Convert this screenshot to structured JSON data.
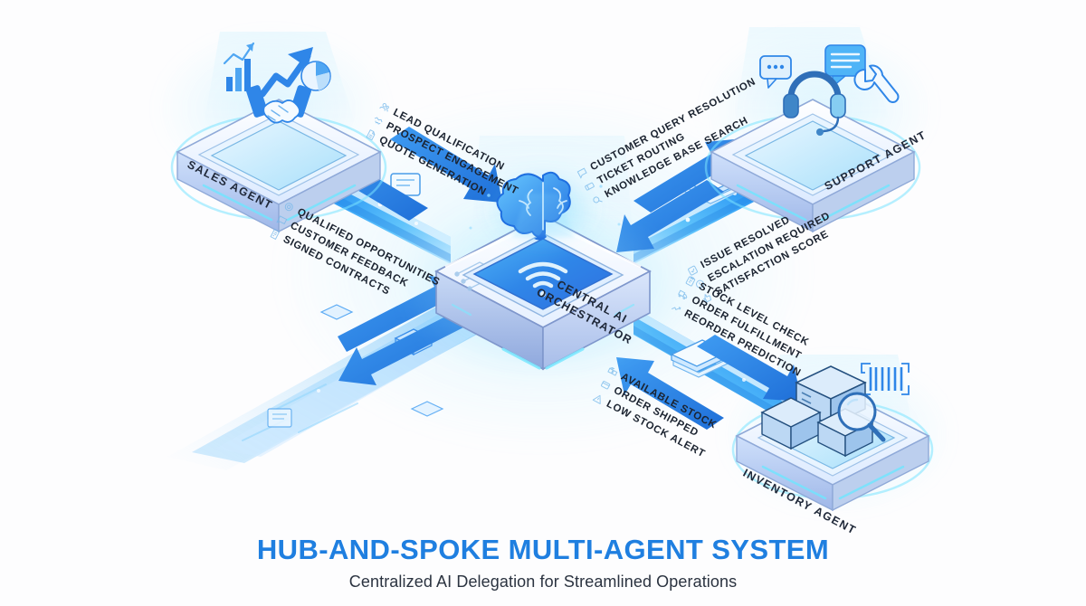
{
  "meta": {
    "diagram_type": "hub-and-spoke multi-agent architecture",
    "background_color": "#fdfdfe",
    "accent_color": "#1f7fe0",
    "pipe_color": "#2f9bf5",
    "glow_color": "#7fe8ff"
  },
  "title": "HUB-AND-SPOKE MULTI-AGENT SYSTEM",
  "subtitle": "Centralized AI Delegation for Streamlined Operations",
  "hub": {
    "name_line1": "CENTRAL AI",
    "name_line2": "ORCHESTRATOR",
    "icons": [
      "brain-icon",
      "wifi-signal-icon",
      "circuit-trace-icon"
    ]
  },
  "nodes": [
    {
      "id": "sales",
      "label": "SALES AGENT",
      "icons": [
        "handshake-icon",
        "bar-chart-icon",
        "trend-arrow-icon",
        "pie-chart-icon"
      ]
    },
    {
      "id": "support",
      "label": "SUPPORT AGENT",
      "icons": [
        "headset-icon",
        "chat-bubble-icon",
        "chat-bubble-lines-icon",
        "wrench-icon"
      ]
    },
    {
      "id": "inventory",
      "label": "INVENTORY AGENT",
      "icons": [
        "package-box-icon",
        "magnifier-icon",
        "barcode-icon"
      ]
    }
  ],
  "flows": [
    {
      "id": "hub-to-sales",
      "direction": "outbound",
      "arrow": "arrow-down-right-icon",
      "messages": [
        {
          "icon": "users-icon",
          "text": "LEAD QUALIFICATION"
        },
        {
          "icon": "handshake-small-icon",
          "text": "PROSPECT ENGAGEMENT"
        },
        {
          "icon": "document-icon",
          "text": "QUOTE GENERATION"
        }
      ]
    },
    {
      "id": "sales-to-hub",
      "direction": "inbound",
      "arrow": "arrow-up-left-icon",
      "messages": [
        {
          "icon": "target-icon",
          "text": "QUALIFIED OPPORTUNITIES"
        },
        {
          "icon": "chat-icon",
          "text": "CUSTOMER FEEDBACK"
        },
        {
          "icon": "contract-icon",
          "text": "SIGNED CONTRACTS"
        }
      ]
    },
    {
      "id": "hub-to-support",
      "direction": "outbound",
      "arrow": "arrow-up-right-icon",
      "messages": [
        {
          "icon": "chat-icon",
          "text": "CUSTOMER QUERY RESOLUTION"
        },
        {
          "icon": "ticket-icon",
          "text": "TICKET ROUTING"
        },
        {
          "icon": "search-icon",
          "text": "KNOWLEDGE BASE SEARCH"
        }
      ]
    },
    {
      "id": "support-to-hub",
      "direction": "inbound",
      "arrow": "arrow-down-left-icon",
      "messages": [
        {
          "icon": "check-badge-icon",
          "text": "ISSUE RESOLVED"
        },
        {
          "icon": "escalate-icon",
          "text": "ESCALATION REQUIRED"
        },
        {
          "icon": "thumbs-up-icon",
          "text": "SATISFACTION SCORE"
        }
      ]
    },
    {
      "id": "hub-to-inventory",
      "direction": "outbound",
      "arrow": "arrow-down-right-icon",
      "messages": [
        {
          "icon": "clipboard-icon",
          "text": "STOCK LEVEL CHECK"
        },
        {
          "icon": "truck-icon",
          "text": "ORDER FULFILLMENT"
        },
        {
          "icon": "chart-up-icon",
          "text": "REORDER PREDICTION"
        }
      ]
    },
    {
      "id": "inventory-to-hub",
      "direction": "inbound",
      "arrow": "arrow-up-left-icon",
      "messages": [
        {
          "icon": "boxes-icon",
          "text": "AVAILABLE STOCK"
        },
        {
          "icon": "shipping-icon",
          "text": "ORDER SHIPPED"
        },
        {
          "icon": "warning-icon",
          "text": "LOW STOCK ALERT"
        }
      ]
    }
  ]
}
